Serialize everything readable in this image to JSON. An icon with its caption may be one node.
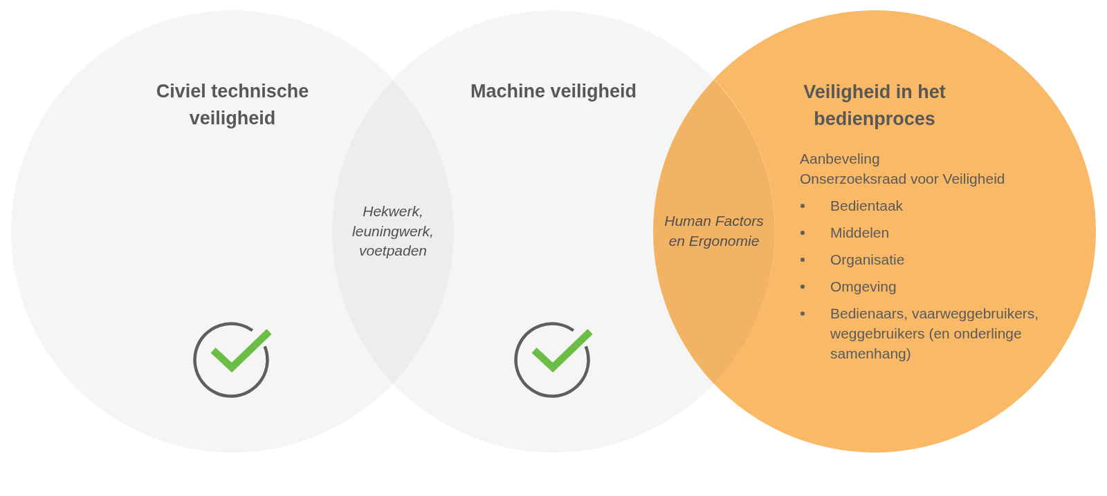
{
  "diagram": {
    "nodes": [
      {
        "text": [
          "Civiel technische veiligheid"
        ]
      },
      {
        "text": [
          "Hekwerk, leuningwerk, voetpaden"
        ]
      },
      {
        "text": [
          "Machine veiligheid"
        ]
      },
      {
        "text": [
          "Human Factors en Ergonomie"
        ]
      },
      {
        "text": [
          "Veiligheid in het bedienproces",
          "Aanbeveling",
          "Onserzoeksraad voor Veiligheid",
          "Bedientaak",
          "Middelen",
          "Organisatie",
          "Omgeving",
          "Bedienaars, vaarweggebruikers, weggebruikers (en onderlinge samenhang)"
        ]
      }
    ]
  }
}
